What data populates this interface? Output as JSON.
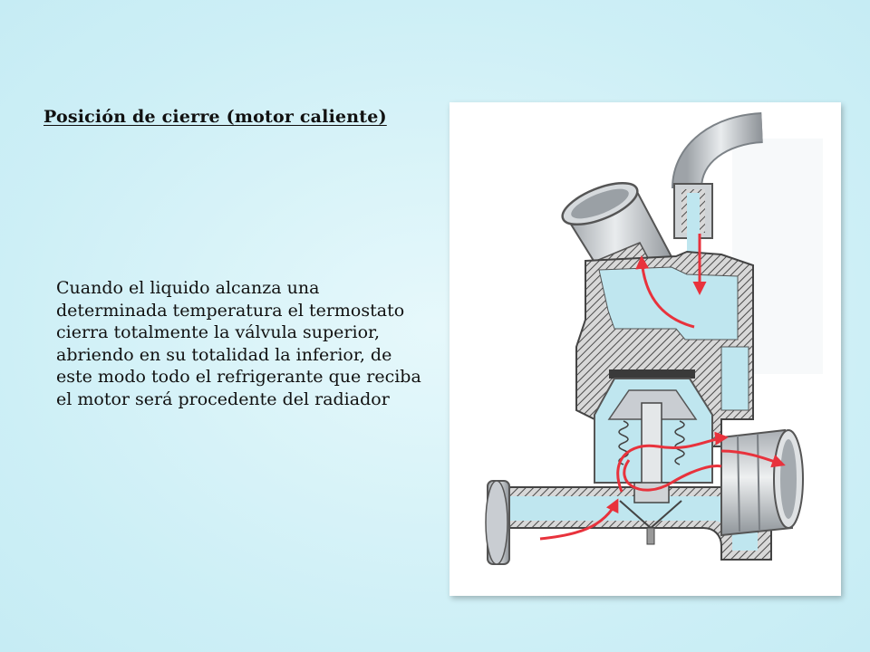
{
  "slide": {
    "title": "Posición de cierre (motor caliente)",
    "body_lines": [
      "Cuando el liquido alcanza una",
      "determinada temperatura el termostato",
      "cierra totalmente la válvula superior,",
      "abriendo en su totalidad la inferior, de",
      "este modo todo el refrigerante que reciba",
      "el motor será procedente del radiador"
    ]
  },
  "colors": {
    "background": "#d4f1f7",
    "coolant": "#bfe6ef",
    "metal": "#c9cdd2",
    "hatch": "#555555",
    "flow_arrow": "#e8323c"
  }
}
